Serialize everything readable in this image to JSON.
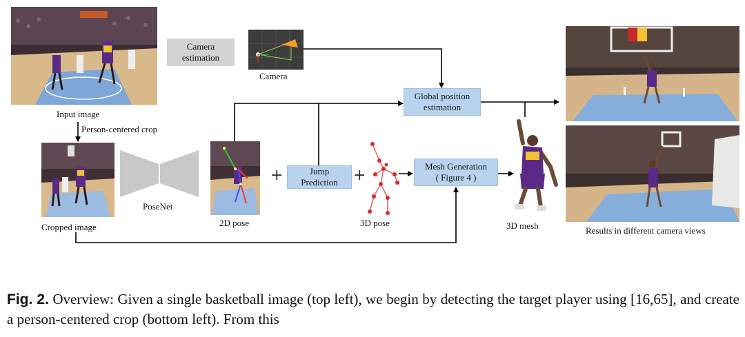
{
  "labels": {
    "input_image": "Input image",
    "person_crop": "Person-centered crop",
    "cropped_image": "Cropped image",
    "posenet": "PoseNet",
    "pose2d": "2D pose",
    "pose3d": "3D pose",
    "camera": "Camera",
    "mesh3d": "3D mesh",
    "results": "Results in different camera views",
    "plus": "+"
  },
  "boxes": {
    "camera_estimation": [
      "Camera",
      "estimation"
    ],
    "global_position": [
      "Global position",
      "estimation"
    ],
    "jump_prediction": [
      "Jump",
      "Prediction"
    ],
    "mesh_generation": [
      "Mesh Generation",
      "( Figure 4 )"
    ]
  },
  "caption": {
    "fig": "Fig. 2.",
    "text": " Overview: Given a single basketball image (top left), we begin by detecting the target player using [16,65], and create a person-centered crop (bottom left). From this"
  },
  "colors": {
    "box_blue": "#b9d3ee",
    "box_grey": "#d3d3d3",
    "jersey_purple": "#5b2a86",
    "jersey_gold": "#f2c230",
    "court_floor": "#d9b88a",
    "court_paint": "#7ea6d6"
  }
}
